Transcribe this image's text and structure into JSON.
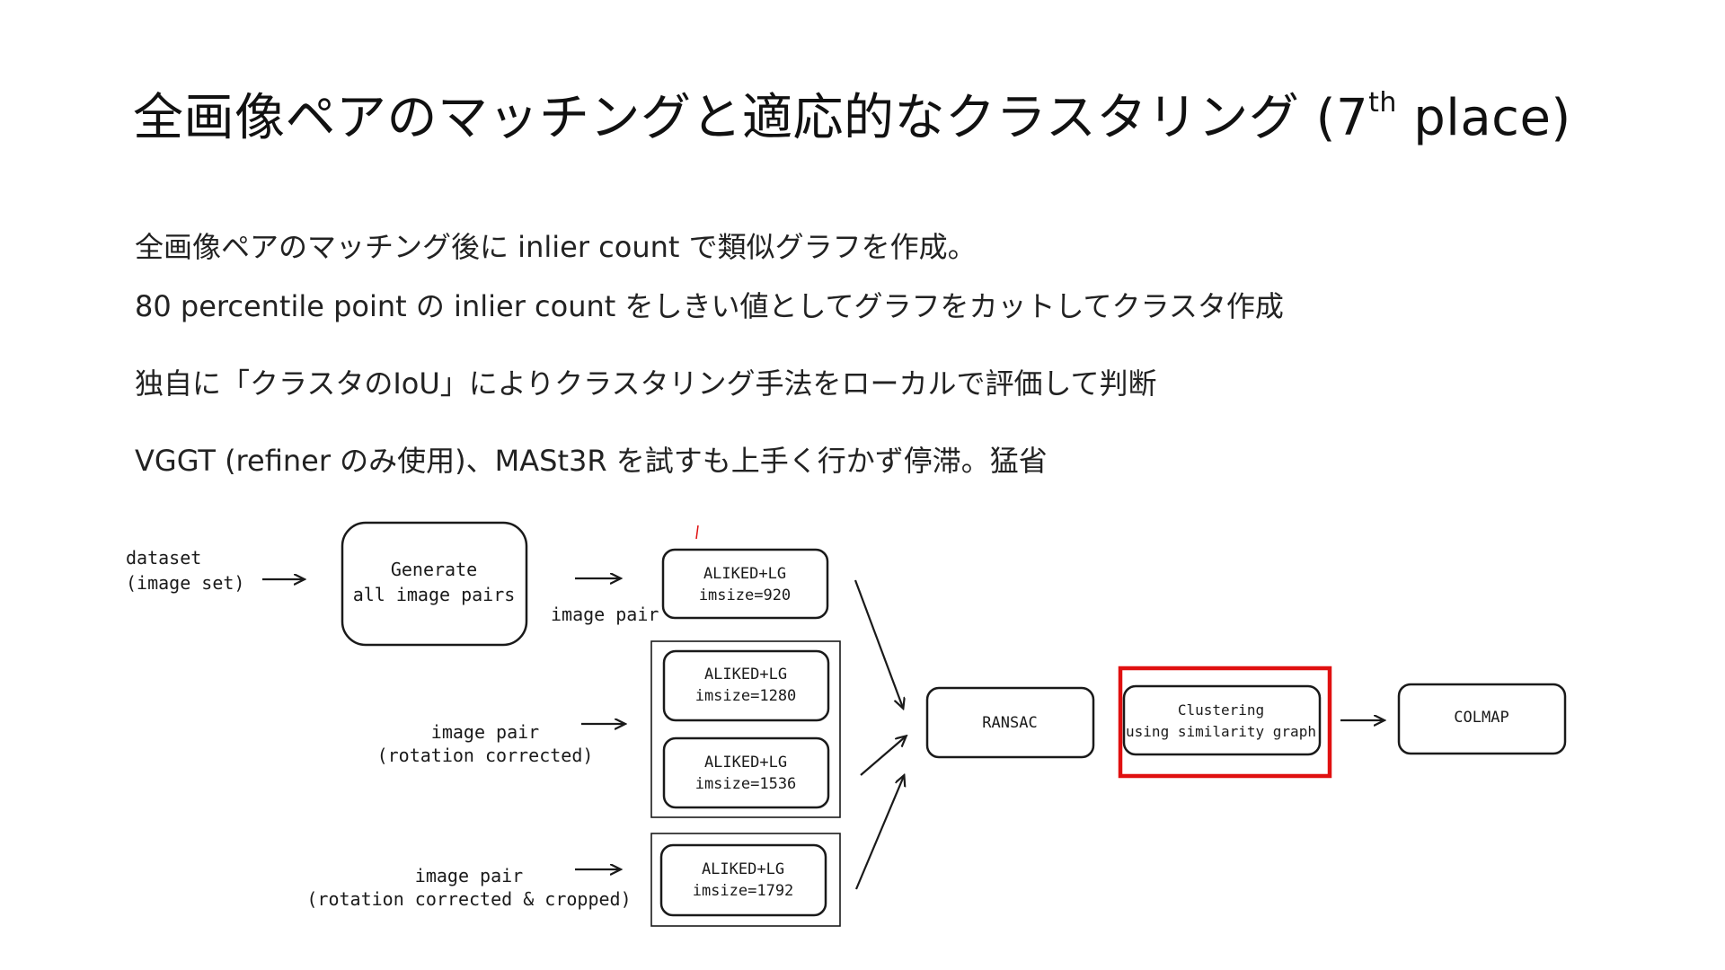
{
  "slide": {
    "title_main": "全画像ペアのマッチングと適応的なクラスタリング (7",
    "title_sup": "th",
    "title_tail": " place)",
    "bullets": [
      "全画像ペアのマッチング後に inlier count で類似グラフを作成。",
      "80 percentile point の inlier count をしきい値としてグラフをカットしてクラスタ作成",
      "独自に「クラスタのIoU」によりクラスタリング手法をローカルで評価して判断",
      "VGGT (refiner のみ使用)、MASt3R を試すも上手く行かず停滞。猛省"
    ]
  },
  "diagram": {
    "dataset_label": [
      "dataset",
      "(image set)"
    ],
    "generate_box": [
      "Generate",
      "all image pairs"
    ],
    "image_pair_label": "image pair",
    "rot_label": [
      "image pair",
      "(rotation corrected)"
    ],
    "rotcrop_label": [
      "image pair",
      "(rotation corrected & cropped)"
    ],
    "aliked_920": [
      "ALIKED+LG",
      "imsize=920"
    ],
    "aliked_1280": [
      "ALIKED+LG",
      "imsize=1280"
    ],
    "aliked_1536": [
      "ALIKED+LG",
      "imsize=1536"
    ],
    "aliked_1792": [
      "ALIKED+LG",
      "imsize=1792"
    ],
    "ransac": "RANSAC",
    "clustering": [
      "Clustering",
      "using similarity graph"
    ],
    "colmap": "COLMAP",
    "highlight_color": "#e01010"
  }
}
